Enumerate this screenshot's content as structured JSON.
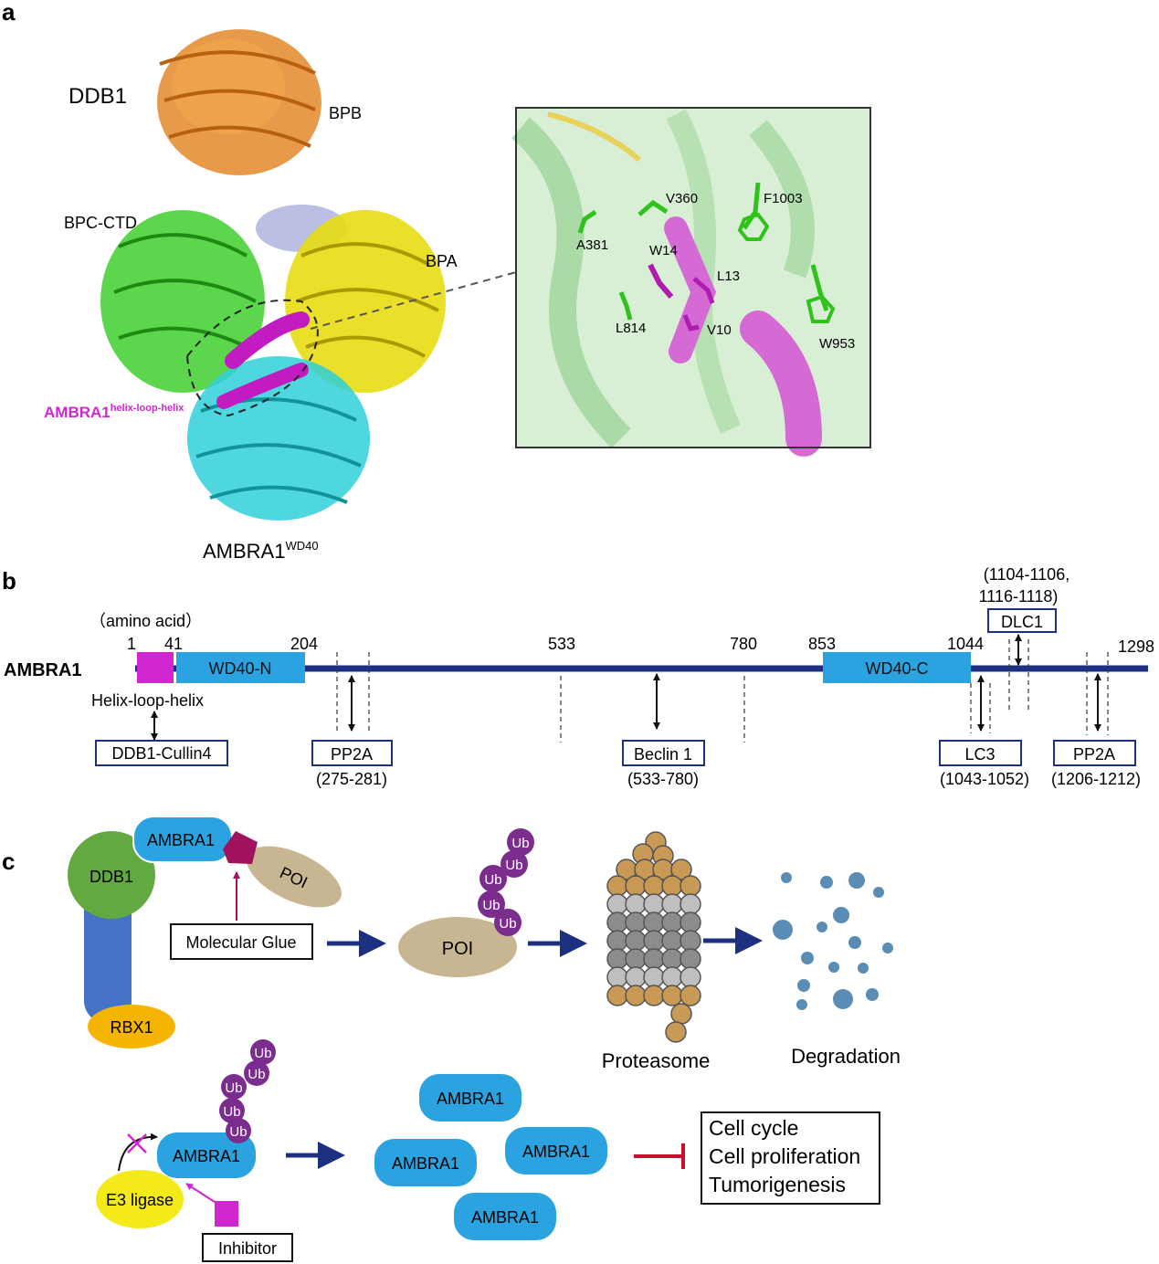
{
  "panel_a": {
    "label": "a",
    "ddb1": "DDB1",
    "bpb": "BPB",
    "bpc_ctd": "BPC-CTD",
    "bpa": "BPA",
    "hlh_main": "AMBRA1",
    "hlh_sup": "helix-loop-helix",
    "wd40_main": "AMBRA1",
    "wd40_sup": "WD40",
    "residues": [
      "V360",
      "F1003",
      "A381",
      "W14",
      "L13",
      "L814",
      "V10",
      "W953"
    ]
  },
  "panel_b": {
    "label": "b",
    "protein": "AMBRA1",
    "unit_note": "（amino acid）",
    "positions": [
      "1",
      "41",
      "204",
      "533",
      "780",
      "853",
      "1044",
      "1298"
    ],
    "domains": [
      "WD40-N",
      "WD40-C"
    ],
    "hlh_label": "Helix-loop-helix",
    "partners": {
      "ddb1_cullin4": "DDB1-Cullin4",
      "pp2a_1": "PP2A",
      "pp2a_1_range": "(275-281)",
      "beclin1": "Beclin 1",
      "beclin1_range": "(533-780)",
      "lc3": "LC3",
      "lc3_range": "(1043-1052)",
      "pp2a_2": "PP2A",
      "pp2a_2_range": "(1206-1212)",
      "dlc1": "DLC1",
      "dlc1_range_1": "(1104-1106,",
      "dlc1_range_2": "1116-1118)"
    }
  },
  "panel_c": {
    "label": "c",
    "ambra1": "AMBRA1",
    "ddb1": "DDB1",
    "rbx1": "RBX1",
    "poi": "POI",
    "molecular_glue": "Molecular Glue",
    "ub": "Ub",
    "proteasome": "Proteasome",
    "degradation": "Degradation",
    "e3_ligase": "E3 ligase",
    "inhibitor": "Inhibitor",
    "outcomes": [
      "Cell cycle",
      "Cell proliferation",
      "Tumorigenesis"
    ]
  },
  "colors": {
    "navy": "#1c2f80",
    "blue_box": "#2aa3e0",
    "magenta": "#d026d0",
    "ub_purple": "#7b2d8e",
    "ddb1_green": "#62a942",
    "cul_blue": "#4472c4",
    "rbx_orange": "#f5b400",
    "poi_tan": "#c8b592",
    "glue": "#a0115e",
    "e3_yellow": "#f4ea1a",
    "inhibit_red": "#c8102e",
    "prot_tan": "#c89a55",
    "prot_gray": "#8c8c8c",
    "dots": "#5a8db5"
  }
}
